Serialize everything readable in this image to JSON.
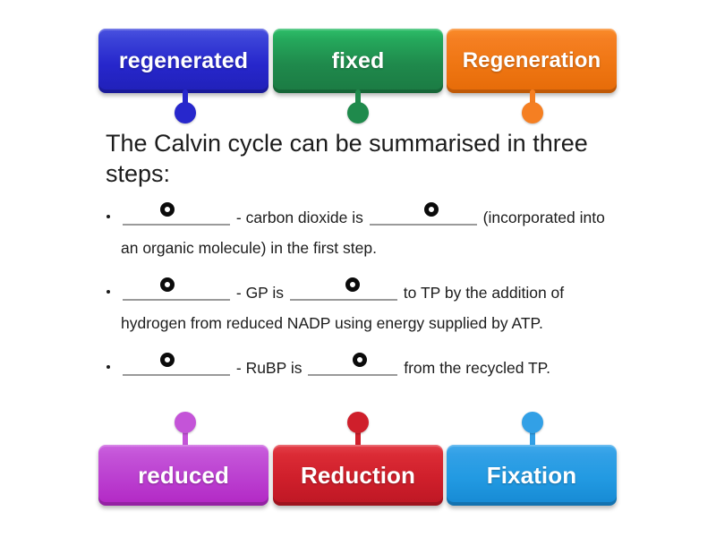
{
  "activity": {
    "type": "labelled-diagram-drag-and-drop",
    "lead_text": "The Calvin cycle can be summarised in three steps:"
  },
  "tiles_top": [
    {
      "label": "regenerated",
      "color": "#2727cc",
      "name": "tile-regenerated"
    },
    {
      "label": "fixed",
      "color": "#1f8a4c",
      "name": "tile-fixed"
    },
    {
      "label": "Regeneration",
      "color": "#f57f22",
      "name": "tile-regeneration"
    }
  ],
  "tiles_bottom": [
    {
      "label": "reduced",
      "color": "#c454d8",
      "name": "tile-reduced"
    },
    {
      "label": "Reduction",
      "color": "#cf1f2b",
      "name": "tile-reduction"
    },
    {
      "label": "Fixation",
      "color": "#32a0e6",
      "name": "tile-fixation"
    }
  ],
  "bullets": [
    {
      "id": "step-1",
      "part_a": "- carbon dioxide is",
      "part_b": "(incorporated into an organic molecule) in the first step."
    },
    {
      "id": "step-2",
      "part_a": "- GP is",
      "part_b": "to TP by the addition of hydrogen from reduced NADP using energy supplied by ATP."
    },
    {
      "id": "step-3",
      "part_a": "- RuBP is",
      "part_b": "from the recycled TP."
    }
  ],
  "blanks": {
    "placeholder": "",
    "marker": "drop-target-ring"
  },
  "colors": {
    "background": "#ffffff",
    "text": "#1c1c1c",
    "blank_underline": "#9a9a9a",
    "ring": "#0b0b0b"
  }
}
